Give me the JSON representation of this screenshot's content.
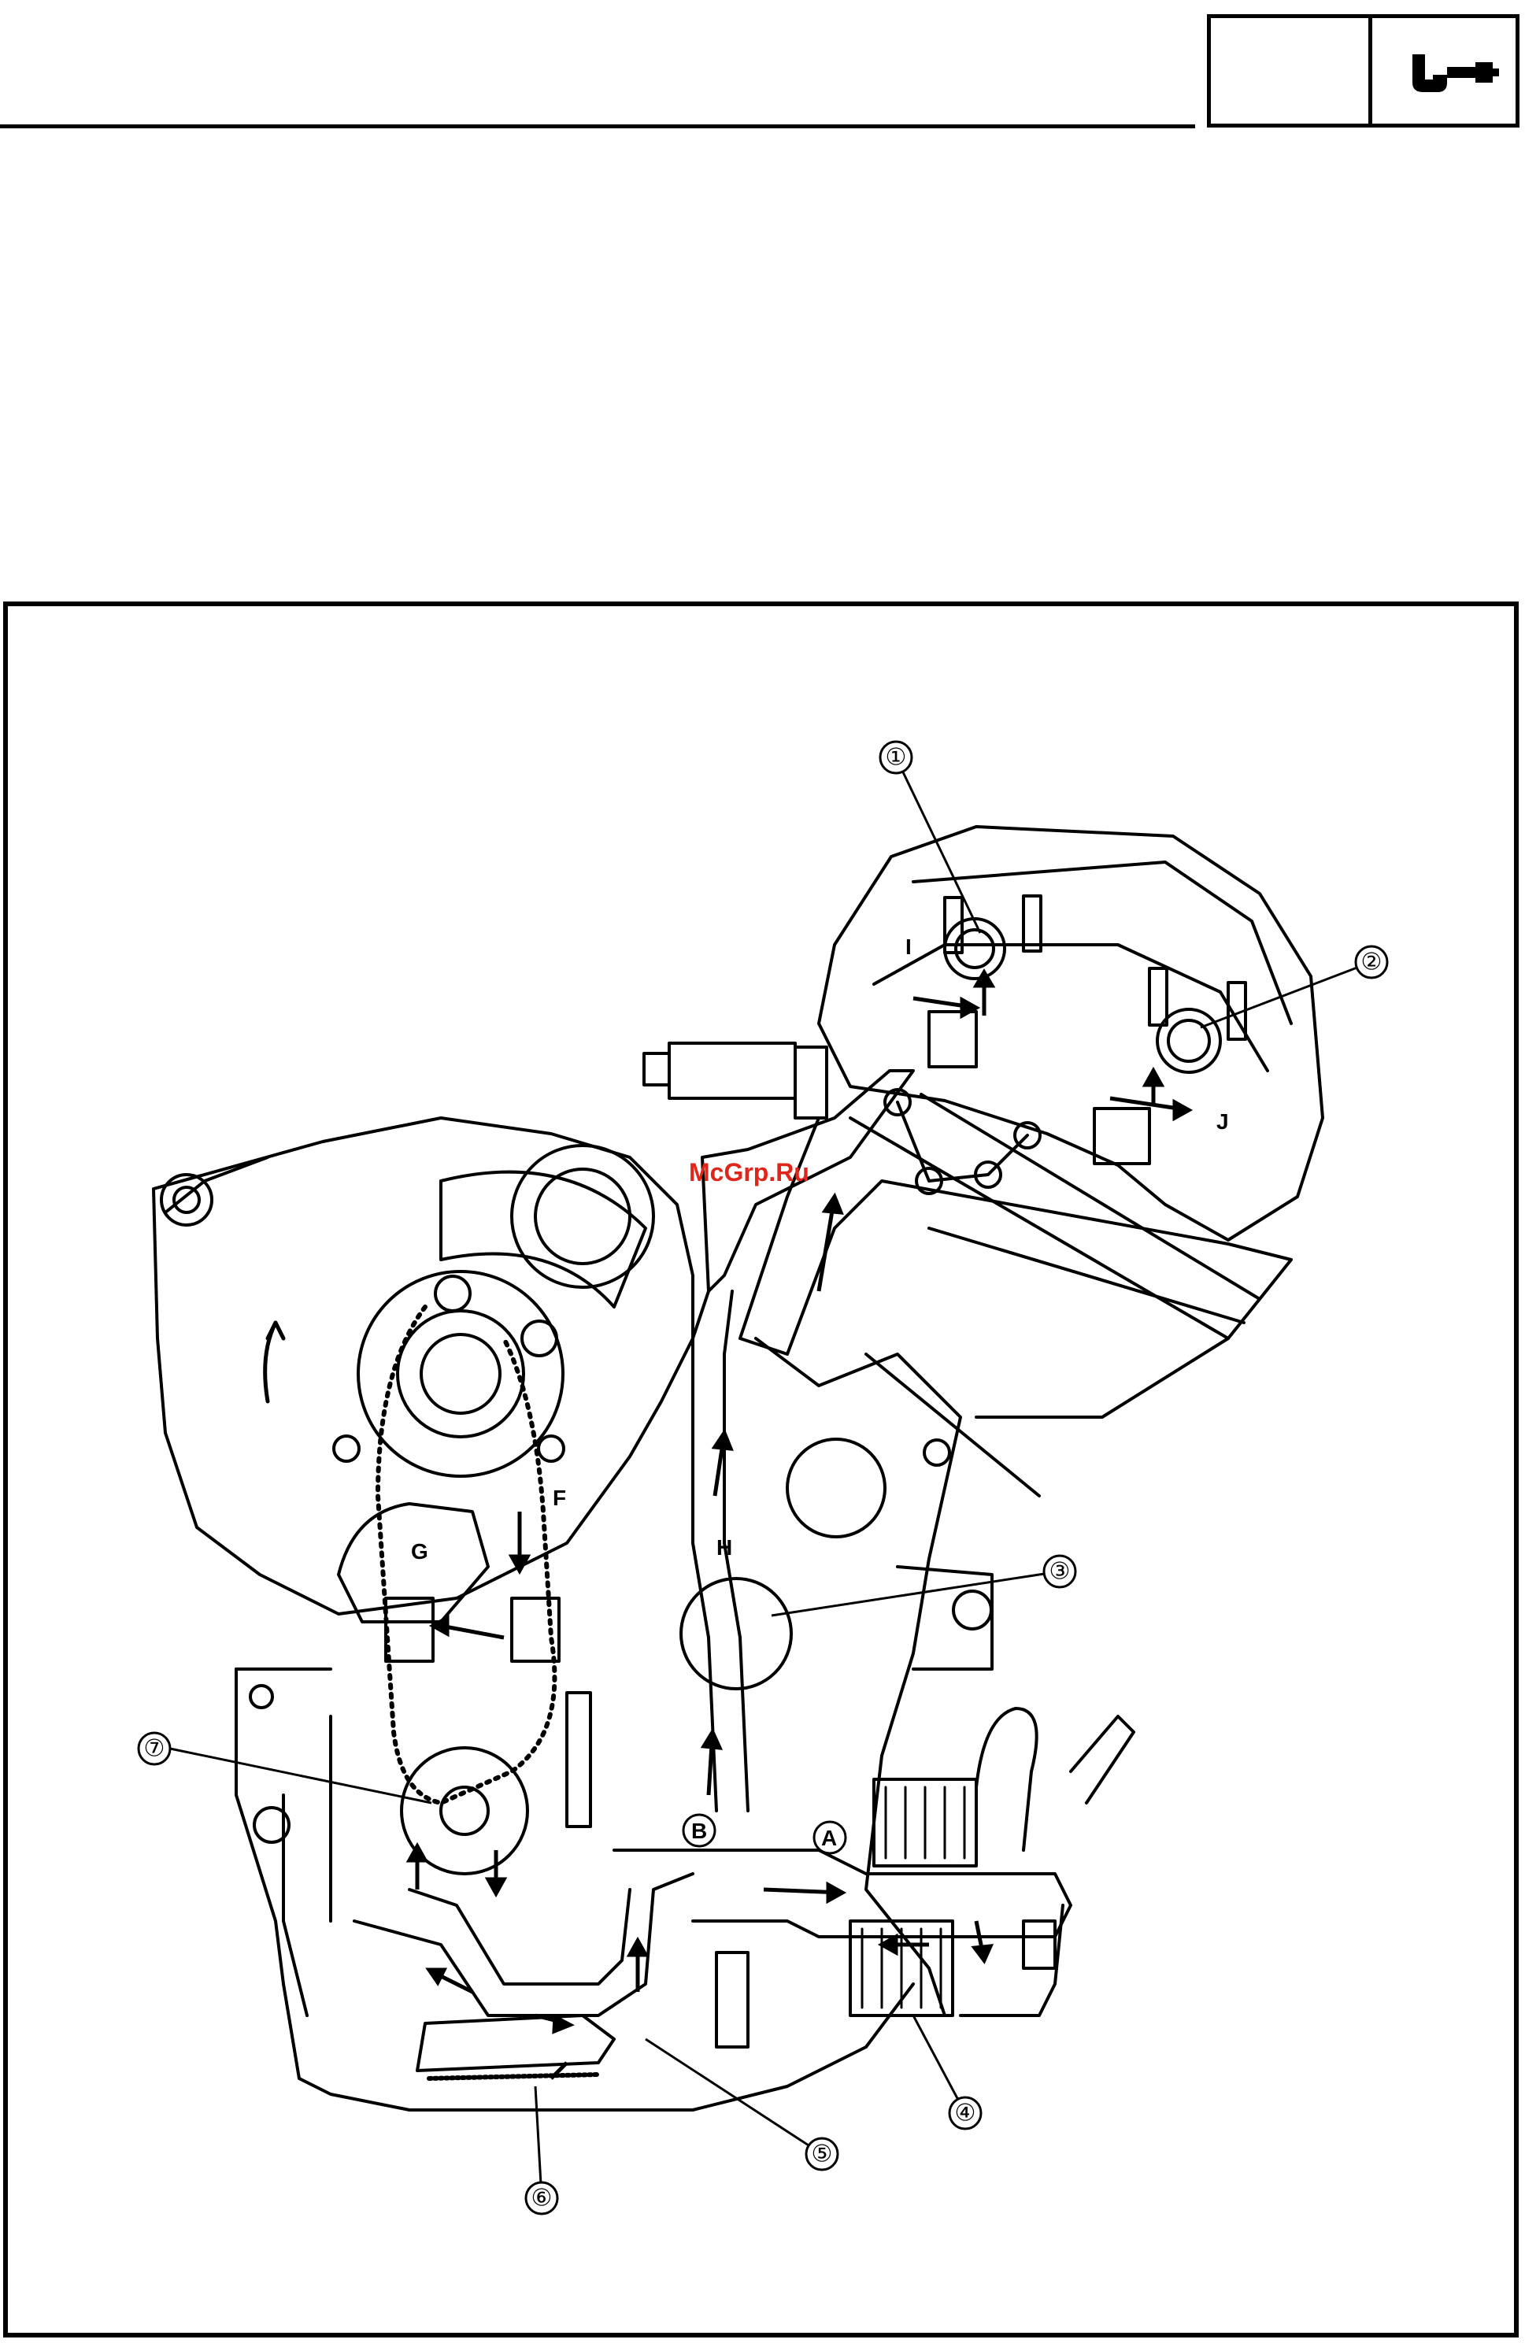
{
  "header": {
    "tool_icon": "micrometer-icon"
  },
  "diagram": {
    "watermark": "McGrp.Ru",
    "callouts": [
      "①",
      "②",
      "③",
      "④",
      "⑤",
      "⑥",
      "⑦"
    ],
    "letters": [
      "A",
      "B",
      "F",
      "G",
      "H",
      "I",
      "J"
    ]
  }
}
